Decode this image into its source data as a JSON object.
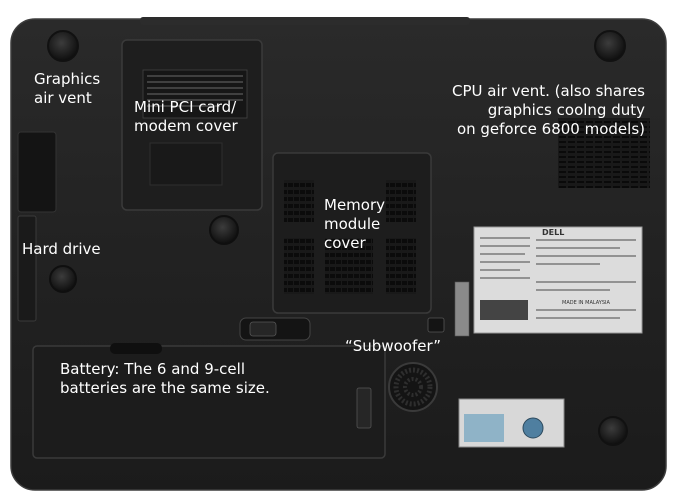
{
  "photo": {
    "colors": {
      "chassis": "#232323",
      "panel": "#1d1d1d",
      "edge": "#3a3a3a",
      "label_text": "#ffffff",
      "sticker": "#dcdcdc"
    }
  },
  "callouts": {
    "graphics_vent": [
      "Graphics",
      "air vent"
    ],
    "mini_pci": [
      "Mini PCI card/",
      "modem cover"
    ],
    "cpu_vent": [
      "CPU air vent. (also shares",
      "graphics coolng duty",
      "on geforce 6800 models)"
    ],
    "memory": [
      "Memory",
      "module",
      "cover"
    ],
    "hard_drive": "Hard drive",
    "subwoofer": "“Subwoofer”",
    "battery": [
      "Battery:  The 6 and 9-cell",
      "batteries are the same size."
    ]
  },
  "stickers": {
    "brand": "DELL",
    "region": "MADE IN MALAYSIA"
  }
}
